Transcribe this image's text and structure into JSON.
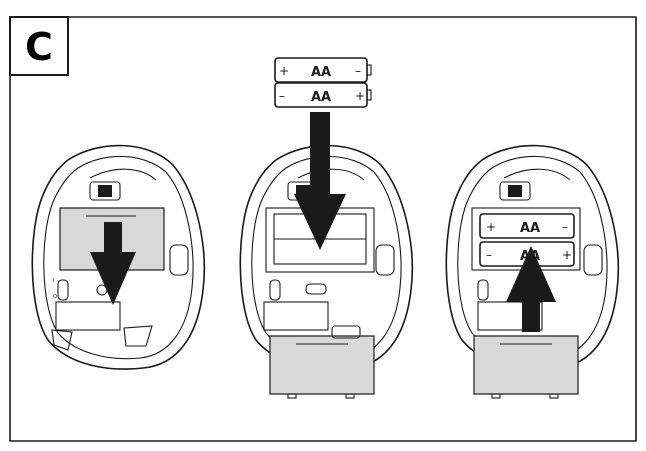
{
  "step_label": "C",
  "battery": {
    "type": "AA",
    "plus": "+",
    "minus": "–"
  },
  "switch_marks": {
    "on": "I",
    "off": "O"
  },
  "colors": {
    "line": "#1a1a1a",
    "cover": "#d9d9d9",
    "background": "#ffffff"
  },
  "panels": [
    {
      "id": "remove-cover",
      "arrow": "down"
    },
    {
      "id": "insert-batteries",
      "arrow": "down"
    },
    {
      "id": "replace-cover",
      "arrow": "up"
    }
  ]
}
